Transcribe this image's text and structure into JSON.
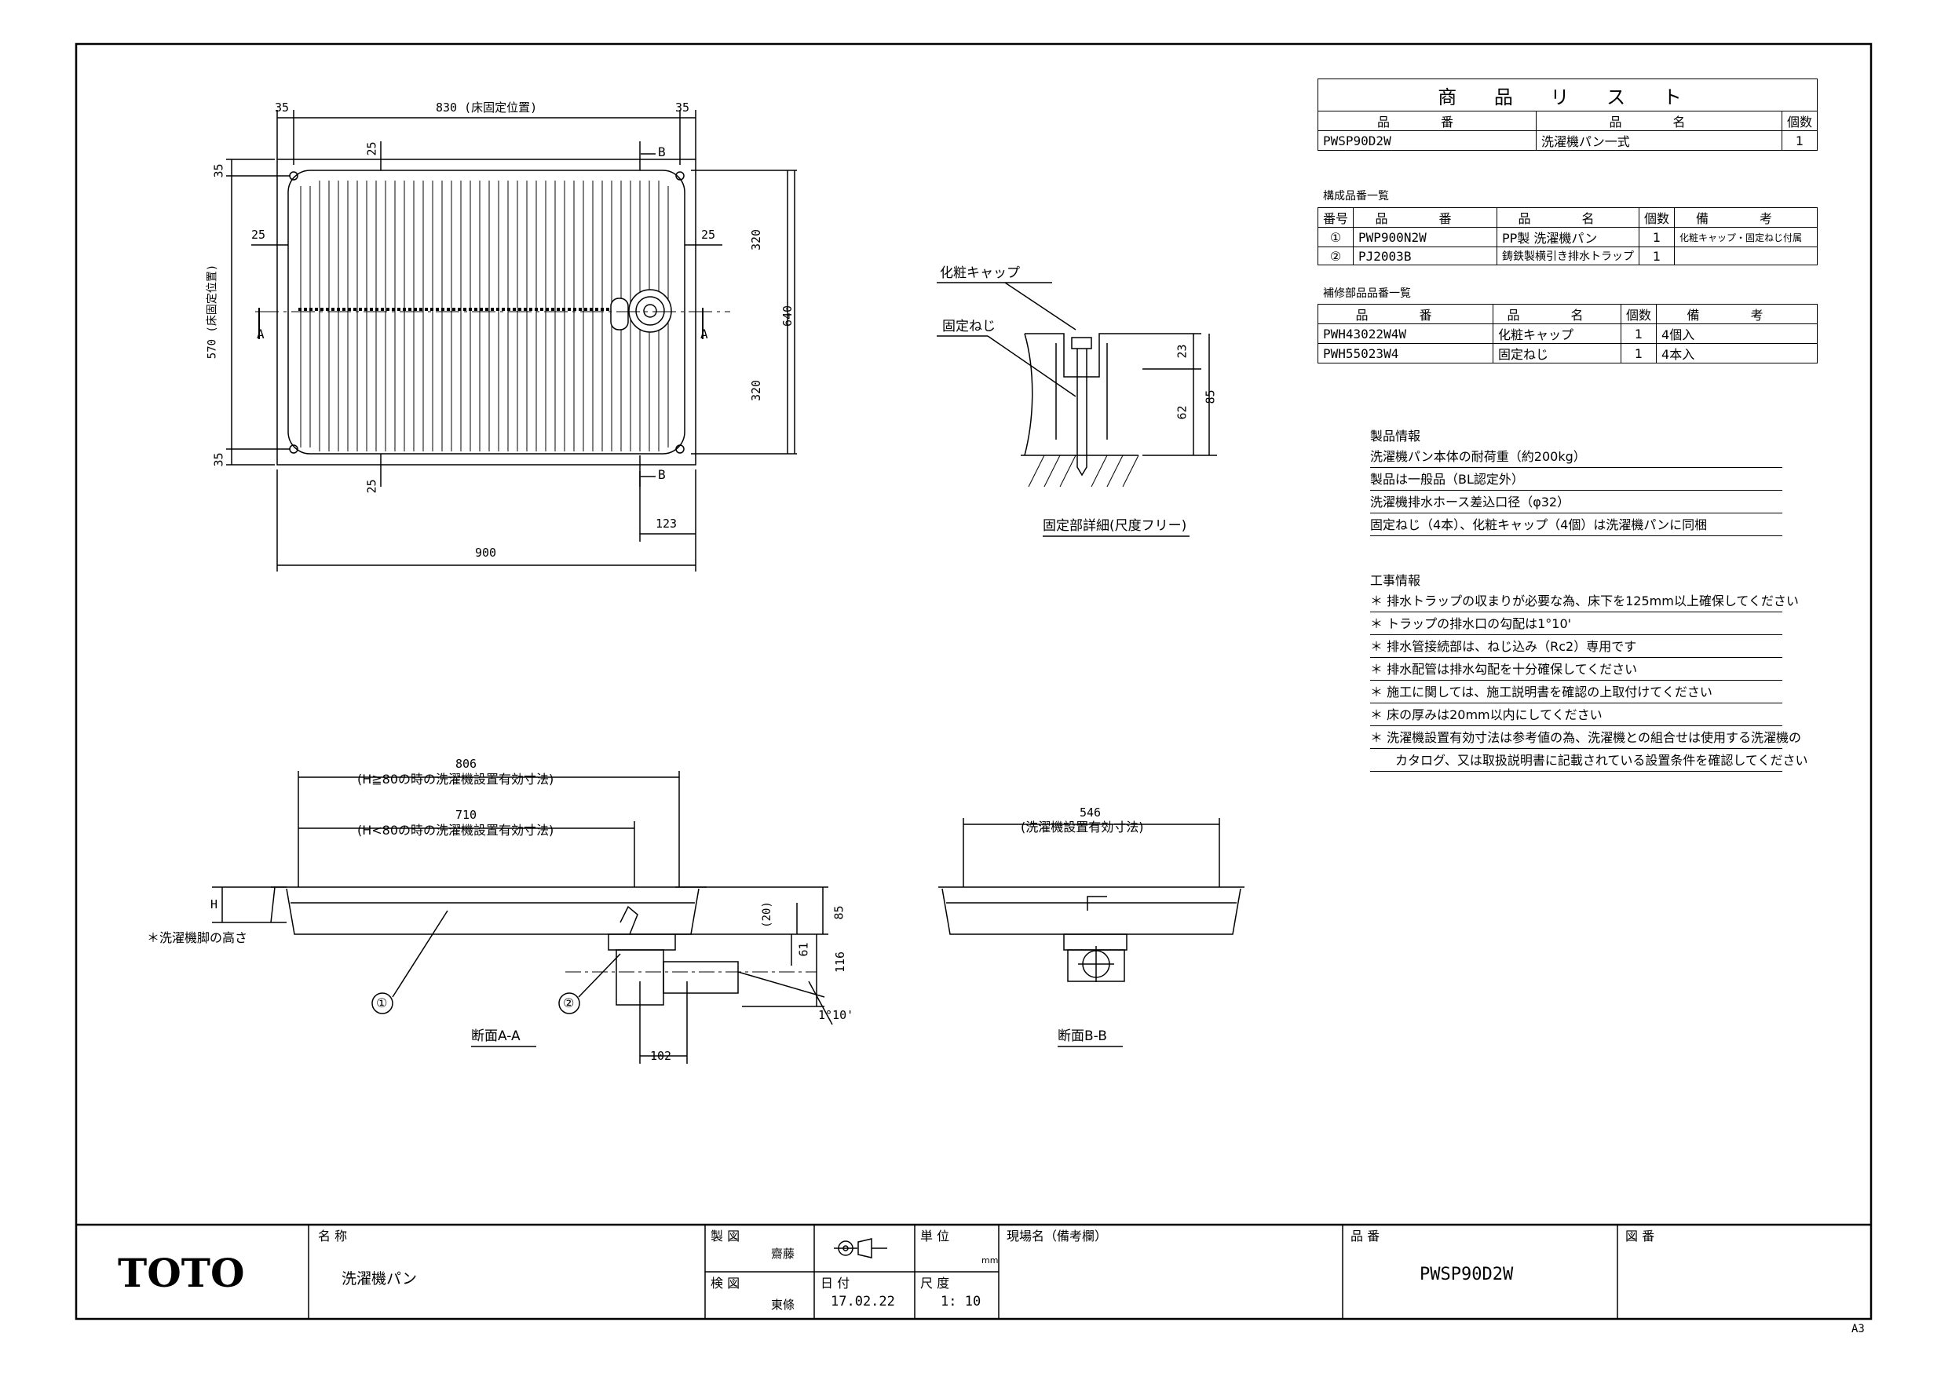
{
  "product_list": {
    "title": "商 品 リ ス ト",
    "headers": [
      "品 番",
      "品 名",
      "個数"
    ],
    "row": {
      "code": "PWSP90D2W",
      "name": "洗濯機パン一式",
      "qty": "1"
    }
  },
  "components": {
    "title": "構成品番一覧",
    "headers": [
      "番号",
      "品 番",
      "品 名",
      "個数",
      "備 考"
    ],
    "rows": [
      {
        "no": "①",
        "code": "PWP900N2W",
        "name": "PP製 洗濯機パン",
        "qty": "1",
        "note": "化粧キャップ・固定ねじ付属"
      },
      {
        "no": "②",
        "code": "PJ2003B",
        "name": "鋳鉄製横引き排水トラップ",
        "qty": "1",
        "note": ""
      }
    ]
  },
  "repair_parts": {
    "title": "補修部品品番一覧",
    "headers": [
      "品 番",
      "品 名",
      "個数",
      "備 考"
    ],
    "rows": [
      {
        "code": "PWH43022W4W",
        "name": "化粧キャップ",
        "qty": "1",
        "note": "4個入"
      },
      {
        "code": "PWH55023W4",
        "name": "固定ねじ",
        "qty": "1",
        "note": "4本入"
      }
    ]
  },
  "product_info": {
    "title": "製品情報",
    "items": [
      "洗濯機パン本体の耐荷重（約200kg）",
      "製品は一般品（BL認定外）",
      "洗濯機排水ホース差込口径（φ32）",
      "固定ねじ（4本）、化粧キャップ（4個）は洗濯機パンに同梱"
    ]
  },
  "construction_info": {
    "title": "工事情報",
    "items": [
      "排水トラップの収まりが必要な為、床下を125mm以上確保してください",
      "トラップの排水口の勾配は1°10'",
      "排水管接続部は、ねじ込み（Rc2）専用です",
      "排水配管は排水勾配を十分確保してください",
      "施工に関しては、施工説明書を確認の上取付けてください",
      "床の厚みは20mm以内にしてください",
      "洗濯機設置有効寸法は参考値の為、洗濯機との組合せは使用する洗濯機の",
      "カタログ、又は取扱説明書に記載されている設置条件を確認してください"
    ],
    "bullet": "＊"
  },
  "plan_view": {
    "dims_top": [
      "35",
      "830 (床固定位置)",
      "35"
    ],
    "dim_25": "25",
    "dim_35": "35",
    "dim_570": "570 (床固定位置)",
    "dim_320": "320",
    "dim_640": "640",
    "dim_123": "123",
    "dim_900": "900",
    "marker_a": "A",
    "marker_b": "B"
  },
  "detail_view": {
    "cap_label": "化粧キャップ",
    "screw_label": "固定ねじ",
    "dim_23": "23",
    "dim_62": "62",
    "dim_85": "85",
    "caption": "固定部詳細(尺度フリー)"
  },
  "section_aa": {
    "dim_806": "806",
    "note_806": "(H≧80の時の洗濯機設置有効寸法)",
    "dim_710": "710",
    "note_710": "(H<80の時の洗濯機設置有効寸法)",
    "h": "H",
    "h_note": "＊洗濯機脚の高さ",
    "dim_20": "(20)",
    "dim_85": "85",
    "dim_61": "61",
    "dim_116": "116",
    "slope": "1°10'",
    "dim_102": "102",
    "part1": "①",
    "part2": "②",
    "caption": "断面A-A"
  },
  "section_bb": {
    "dim_546": "546",
    "note_546": "(洗濯機設置有効寸法)",
    "caption": "断面B-B"
  },
  "title_block": {
    "logo": "TOTO",
    "name_label": "名 称",
    "name_value": "洗濯機パン",
    "drawn_label": "製 図",
    "drawn_by": "齋藤",
    "checked_label": "検 図",
    "checked_by": "東條",
    "unit_label": "単 位",
    "unit_value": "mm",
    "date_label": "日 付",
    "date_value": "17.02.22",
    "scale_label": "尺 度",
    "scale_value": "1: 10",
    "site_label": "現場名（備考欄）",
    "code_label": "品 番",
    "code_value": "PWSP90D2W",
    "drawing_no_label": "図 番"
  },
  "sheet_size": "A3"
}
